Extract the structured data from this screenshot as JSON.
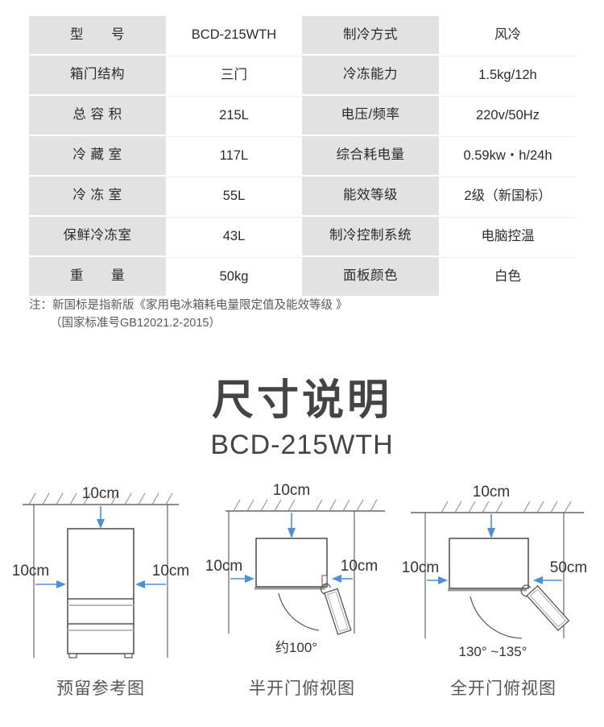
{
  "spec_table": {
    "rows": [
      {
        "k1": "型　　号",
        "v1": "BCD-215WTH",
        "k2": "制冷方式",
        "v2": "风冷"
      },
      {
        "k1": "箱门结构",
        "v1": "三门",
        "k2": "冷冻能力",
        "v2": "1.5kg/12h"
      },
      {
        "k1": "总 容 积",
        "v1": "215L",
        "k2": "电压/频率",
        "v2": "220v/50Hz"
      },
      {
        "k1": "冷 藏 室",
        "v1": "117L",
        "k2": "综合耗电量",
        "v2": "0.59kw・h/24h"
      },
      {
        "k1": "冷 冻 室",
        "v1": "55L",
        "k2": "能效等级",
        "v2": "2级（新国标）"
      },
      {
        "k1": "保鲜冷冻室",
        "v1": "43L",
        "k2": "制冷控制系统",
        "v2": "电脑控温"
      },
      {
        "k1": "重　　量",
        "v1": "50kg",
        "k2": "面板颜色",
        "v2": "白色"
      }
    ]
  },
  "note": {
    "line1": "注：新国标是指新版《家用电冰箱耗电量限定值及能效等级 》",
    "line2": "（国家标准号GB12021.2-2015）"
  },
  "title": {
    "main": "尺寸说明",
    "sub": "BCD-215WTH"
  },
  "colors": {
    "arrow_blue": "#4a90d9",
    "outline_gray": "#666666",
    "text_dark": "#444444",
    "table_key_bg": "#e2e2e2"
  },
  "diagrams": [
    {
      "id": "front-clearance",
      "caption": "预留参考图",
      "top_label": "10cm",
      "left_label": "10cm",
      "right_label": "10cm",
      "angle_label": ""
    },
    {
      "id": "half-open-top-view",
      "caption": "半开门俯视图",
      "top_label": "10cm",
      "left_label": "10cm",
      "right_label": "10cm",
      "angle_label": "约100°"
    },
    {
      "id": "full-open-top-view",
      "caption": "全开门俯视图",
      "top_label": "10cm",
      "left_label": "10cm",
      "right_label": "50cm",
      "angle_label": "130°  ~135°"
    }
  ]
}
